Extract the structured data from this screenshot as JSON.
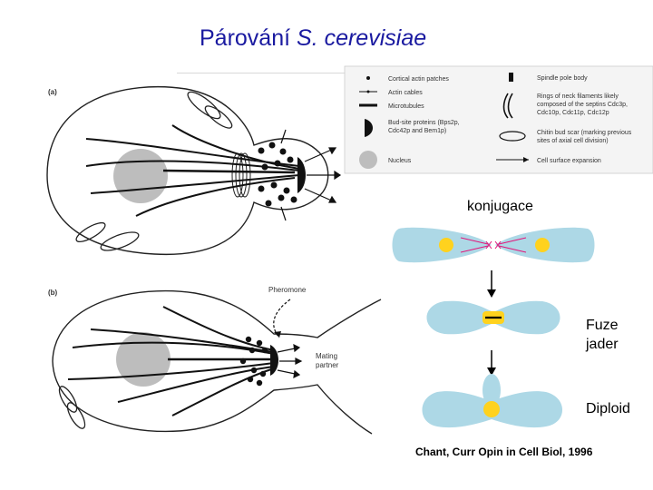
{
  "title": {
    "main": "Párování ",
    "species": "S. cerevisiae"
  },
  "figure": {
    "panel_a_label": "(a)",
    "panel_b_label": "(b)",
    "pheromone_label": "Pheromone",
    "mating_partner_label_1": "Mating",
    "mating_partner_label_2": "partner",
    "legend": {
      "cortical_actin_patches": "Cortical actin patches",
      "actin_cables": "Actin cables",
      "microtubules": "Microtubules",
      "bud_site_proteins_1": "Bud-site proteins (Bps2p,",
      "bud_site_proteins_2": "Cdc42p and Bem1p)",
      "nucleus": "Nucleus",
      "spindle_pole_body": "Spindle pole body",
      "septin_rings_1": "Rings of neck filaments likely",
      "septin_rings_2": "composed of the septins Cdc3p,",
      "septin_rings_3": "Cdc10p, Cdc11p, Cdc12p",
      "chitin_bud_scar_1": "Chitin bud scar (marking previous",
      "chitin_bud_scar_2": "sites of axial cell division)",
      "cell_surface_expansion": "Cell surface expansion"
    }
  },
  "labels": {
    "konjugace": "konjugace",
    "fuze_1": "Fuze",
    "fuze_2": "jader",
    "diploid": "Diploid"
  },
  "citation": "Chant, Curr Opin in Cell Biol, 1996",
  "colors": {
    "title": "#1a1aa0",
    "cell_fill": "#add8e6",
    "nucleus_fill": "#ffd21e",
    "pheromone_mark": "#e2157a",
    "nucleus_gray": "#bdbdbd"
  }
}
